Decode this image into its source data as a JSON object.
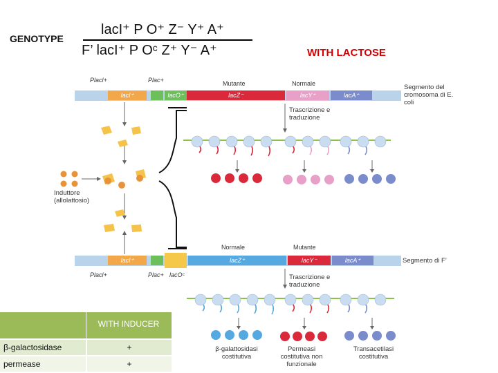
{
  "genotype": {
    "label": "GENOTYPE",
    "line1": "lacI⁺  P O⁺ Z⁻ Y⁺ A⁺",
    "line2": "F’ lacI⁺  P Oᶜ Z⁺ Y⁻ A⁺"
  },
  "condition": "WITH LACTOSE",
  "chromosome": {
    "promoter_laci": "Placl+",
    "promoter_lac": "Plac+",
    "seg_laci": "lacI⁺",
    "seg_operator": "lacO⁺",
    "seg_z": "lacZ⁻",
    "seg_y": "lacY⁺",
    "seg_a": "lacA⁺",
    "tag_mutant": "Mutante",
    "tag_normal": "Normale",
    "label": "Segmento del cromosoma di E. coli",
    "transcription": "Trascrizione e traduzione"
  },
  "plasmid": {
    "promoter_laci": "Placl+",
    "promoter_lac": "Plac+",
    "seg_laci": "lacI⁺",
    "seg_operator": "lacOᶜ",
    "seg_z": "lacZ⁺",
    "seg_y": "lacY⁻",
    "seg_a": "lacA⁺",
    "tag_normal": "Normale",
    "tag_mutant": "Mutante",
    "label": "Segmento di F’",
    "transcription": "Trascrizione e traduzione"
  },
  "inducer": "Induttore (allolattosio)",
  "products": {
    "bgal": "β-galattosidasi costitutiva",
    "permease": "Permeasi costitutiva non funzionale",
    "transacetylase": "Transacetilasi costitutiva"
  },
  "table": {
    "header": "WITH INDUCER",
    "rows": [
      {
        "name": "β-galactosidase",
        "value": "+"
      },
      {
        "name": "permease",
        "value": "+"
      }
    ]
  },
  "colors": {
    "laci": "#f2a74a",
    "operator_chrom": "#6cbf5a",
    "operator_plasmid": "#f5c84a",
    "lacz_mut": "#d9293b",
    "lacy_norm": "#e8a0c8",
    "laca": "#7a8ccc",
    "lacz_norm": "#55a8e0",
    "lacy_mut": "#d9293b",
    "ribosome": "#c9dcf0",
    "header_green": "#9bbb59",
    "row_green": "#e0ebd0"
  }
}
